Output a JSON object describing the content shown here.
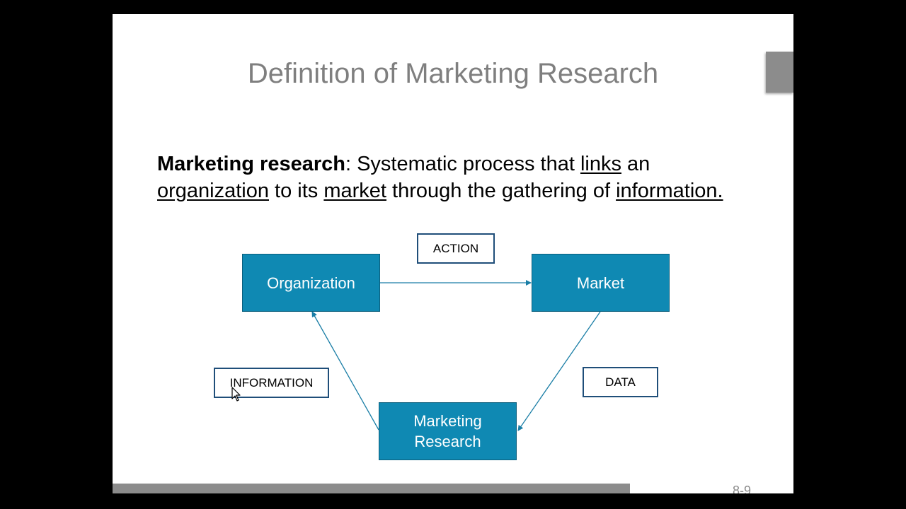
{
  "slide": {
    "title": "Definition of Marketing Research",
    "page_number": "8-9"
  },
  "definition": {
    "term": "Marketing research",
    "line1_after_term": ": Systematic process that ",
    "word_links": "links",
    "line1_end": " an",
    "word_organization": "organization",
    "line2_mid1": " to its ",
    "word_market": "market",
    "line2_mid2": " through the gathering of ",
    "word_information": "information."
  },
  "diagram": {
    "nodes": {
      "organization": "Organization",
      "market": "Market",
      "research_line1": "Marketing",
      "research_line2": "Research"
    },
    "edge_labels": {
      "action": "ACTION",
      "data": "DATA",
      "information": "INFORMATION"
    },
    "colors": {
      "node_fill": "#0f89b3",
      "node_border": "#0b5f7d",
      "edge": "#1a7ea6",
      "label_border": "#1f4e79"
    }
  }
}
